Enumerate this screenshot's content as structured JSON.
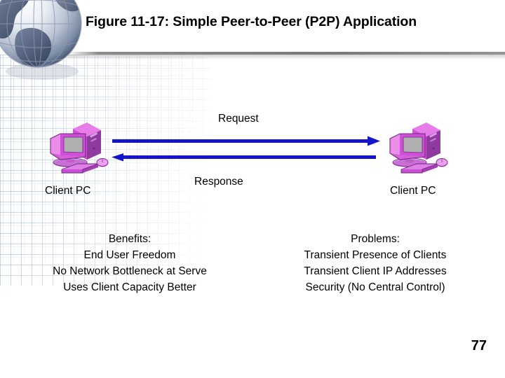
{
  "slide": {
    "title": "Figure 11-17: Simple Peer-to-Peer (P2P) Application",
    "page_number": "77",
    "background_color": "#ffffff"
  },
  "decorations": {
    "globe_icon": "globe-icon",
    "grid_pattern": "background-grid-pattern",
    "header_rule": "header-divider-rule"
  },
  "diagram": {
    "arrow_color": "#1414c8",
    "pc_color": "#d060d8",
    "nodes": [
      {
        "id": "left",
        "icon": "computer-icon",
        "label": "Client PC"
      },
      {
        "id": "right",
        "icon": "computer-icon",
        "label": "Client PC"
      }
    ],
    "flows": [
      {
        "id": "request",
        "label": "Request",
        "direction": "right"
      },
      {
        "id": "response",
        "label": "Response",
        "direction": "left"
      }
    ]
  },
  "benefits": {
    "heading": "Benefits:",
    "items": [
      "End User Freedom",
      "No Network Bottleneck at Serve",
      "Uses Client Capacity Better"
    ]
  },
  "problems": {
    "heading": "Problems:",
    "items": [
      "Transient Presence of Clients",
      "Transient Client IP Addresses",
      "Security (No Central Control)"
    ]
  }
}
